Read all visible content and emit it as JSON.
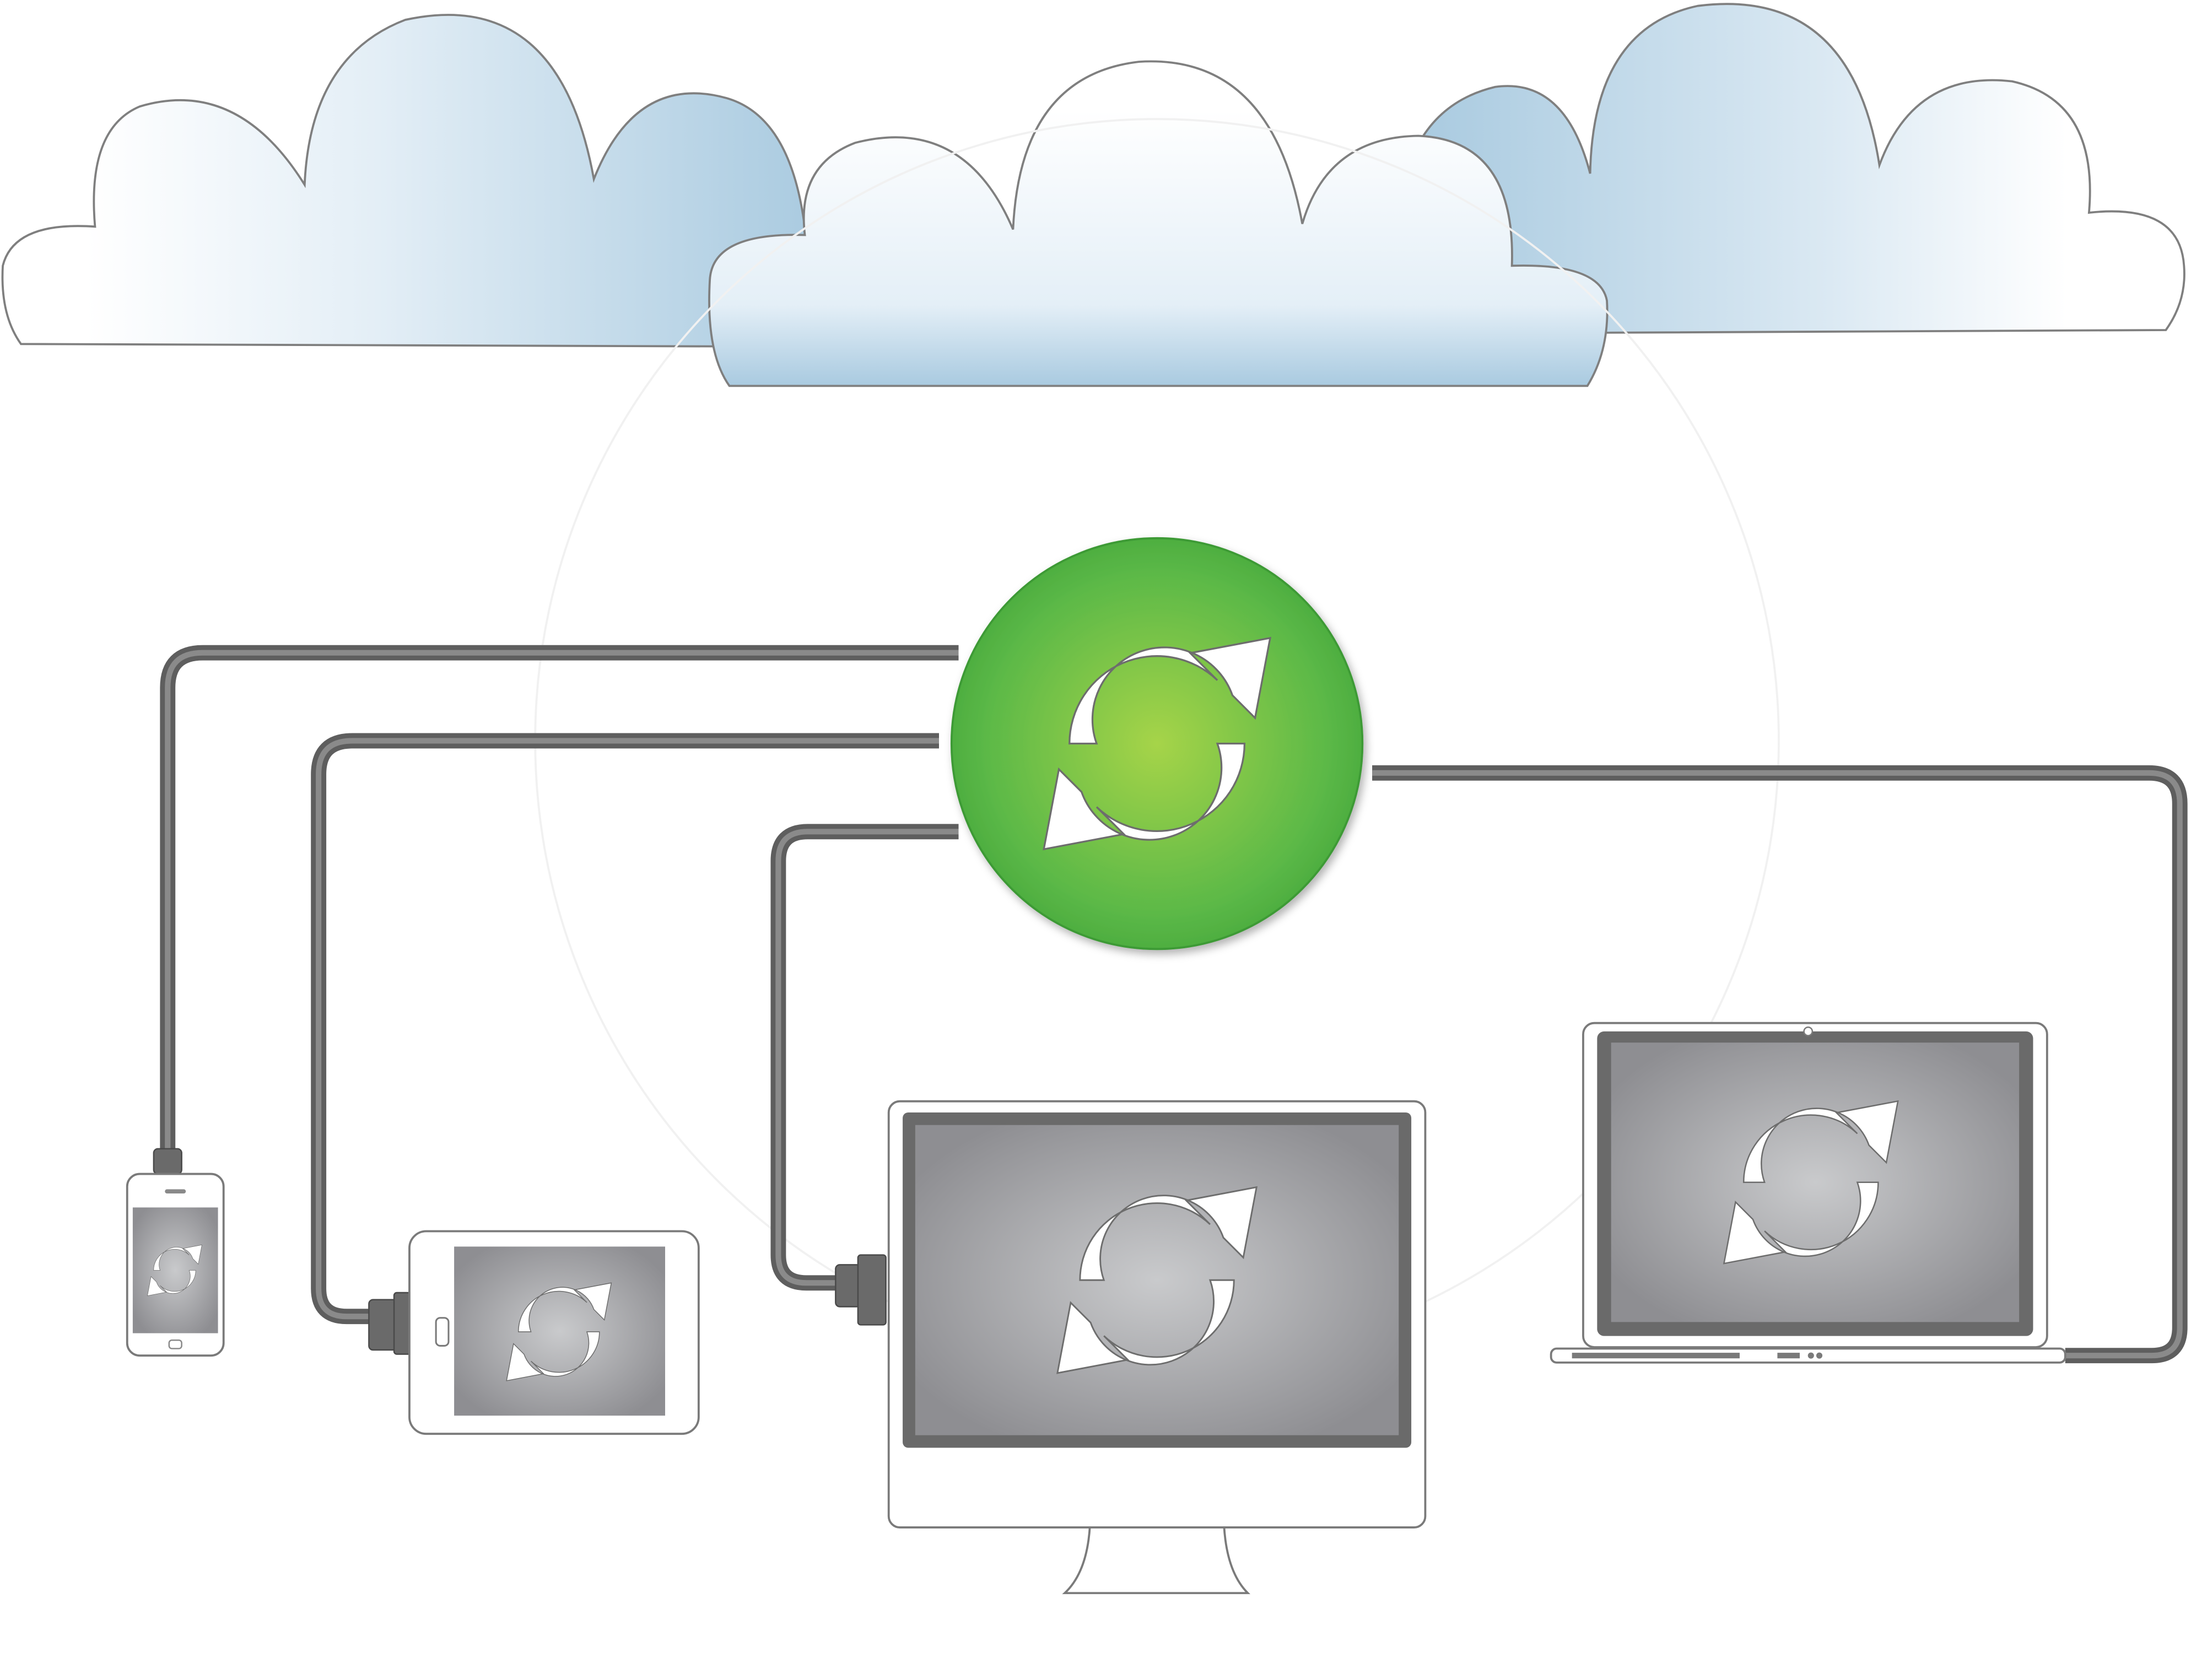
{
  "diagram": {
    "hub": {
      "icon": "sync-arrows-icon",
      "fill": "#5cb947",
      "highlight": "#a6d448",
      "edge": "#3e9a36"
    },
    "devices": [
      {
        "id": "phone",
        "icon": "smartphone-icon"
      },
      {
        "id": "tablet",
        "icon": "tablet-icon"
      },
      {
        "id": "desktop",
        "icon": "desktop-monitor-icon"
      },
      {
        "id": "laptop",
        "icon": "laptop-icon"
      }
    ],
    "cloud": {
      "icon": "cloud-icon",
      "shade": "#a7c9df",
      "outline": "#7f7f7f"
    },
    "colors": {
      "cable": "#6b6b6b",
      "screen_dark": "#8e8e92",
      "screen_light": "#c7c8ca",
      "device_body": "#ffffff"
    }
  }
}
